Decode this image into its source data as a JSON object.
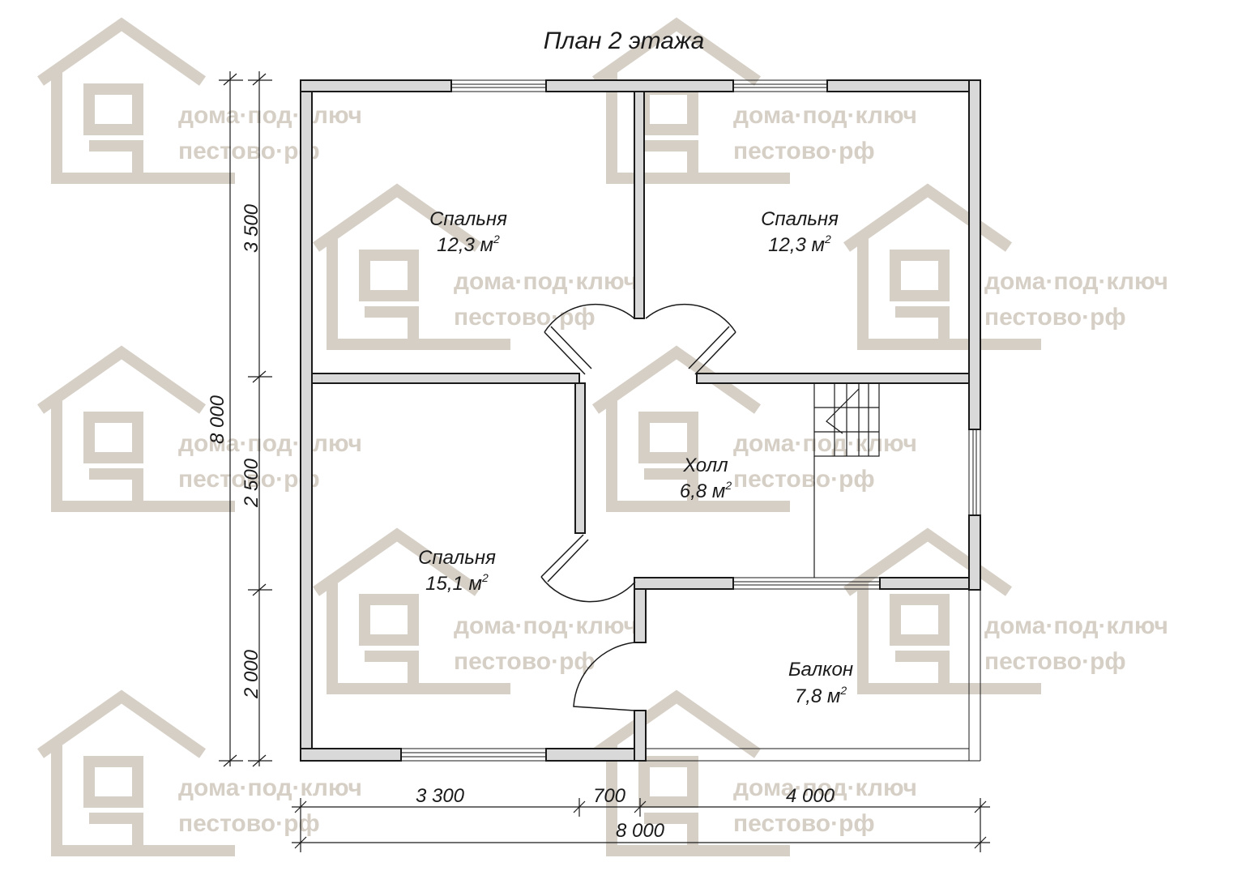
{
  "title": "План 2 этажа",
  "watermark": {
    "line1": "дома·под·ключ",
    "line2": "пестово·рф",
    "color": "#d6cfc6"
  },
  "rooms": [
    {
      "name": "Спальня",
      "area": "12,3 м",
      "sup": "2"
    },
    {
      "name": "Спальня",
      "area": "12,3 м",
      "sup": "2"
    },
    {
      "name": "Холл",
      "area": "6,8 м",
      "sup": "2"
    },
    {
      "name": "Спальня",
      "area": "15,1 м",
      "sup": "2"
    },
    {
      "name": "Балкон",
      "area": "7,8 м",
      "sup": "2"
    }
  ],
  "dimensions": {
    "left_total": "8 000",
    "left_segments": [
      "3 500",
      "2 500",
      "2 000"
    ],
    "bottom_segments": [
      "3 300",
      "700",
      "4 000"
    ],
    "bottom_total": "8 000"
  },
  "colors": {
    "wall_fill": "#d9d9d9",
    "wall_stroke": "#1a1a1a",
    "line": "#1a1a1a"
  }
}
